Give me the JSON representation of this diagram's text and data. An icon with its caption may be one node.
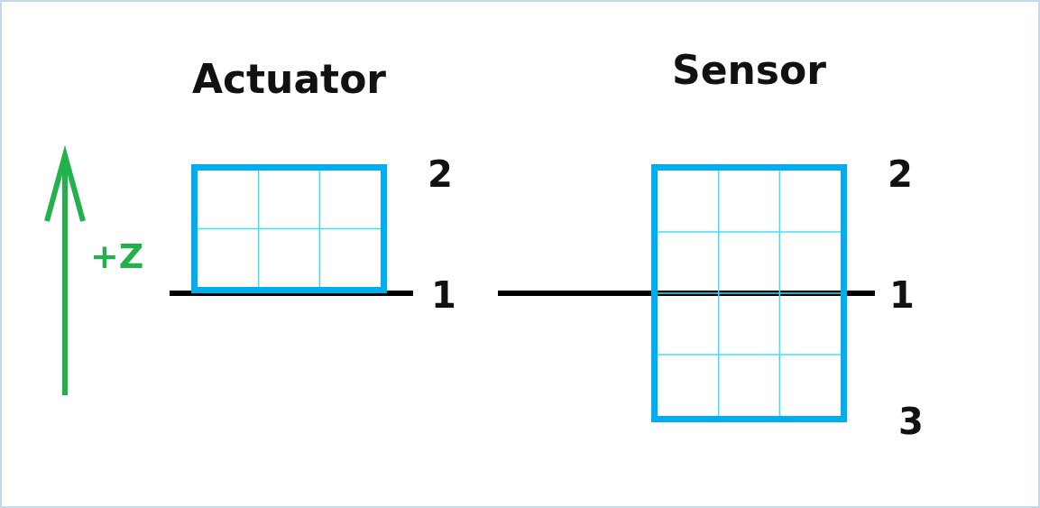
{
  "diagram": {
    "nodes": [
      {
        "text": [
          "Actuator"
        ]
      },
      {
        "text": [
          "Sensor"
        ]
      }
    ],
    "labels": [
      "+Z",
      "2",
      "1",
      "2",
      "1",
      "3"
    ]
  }
}
